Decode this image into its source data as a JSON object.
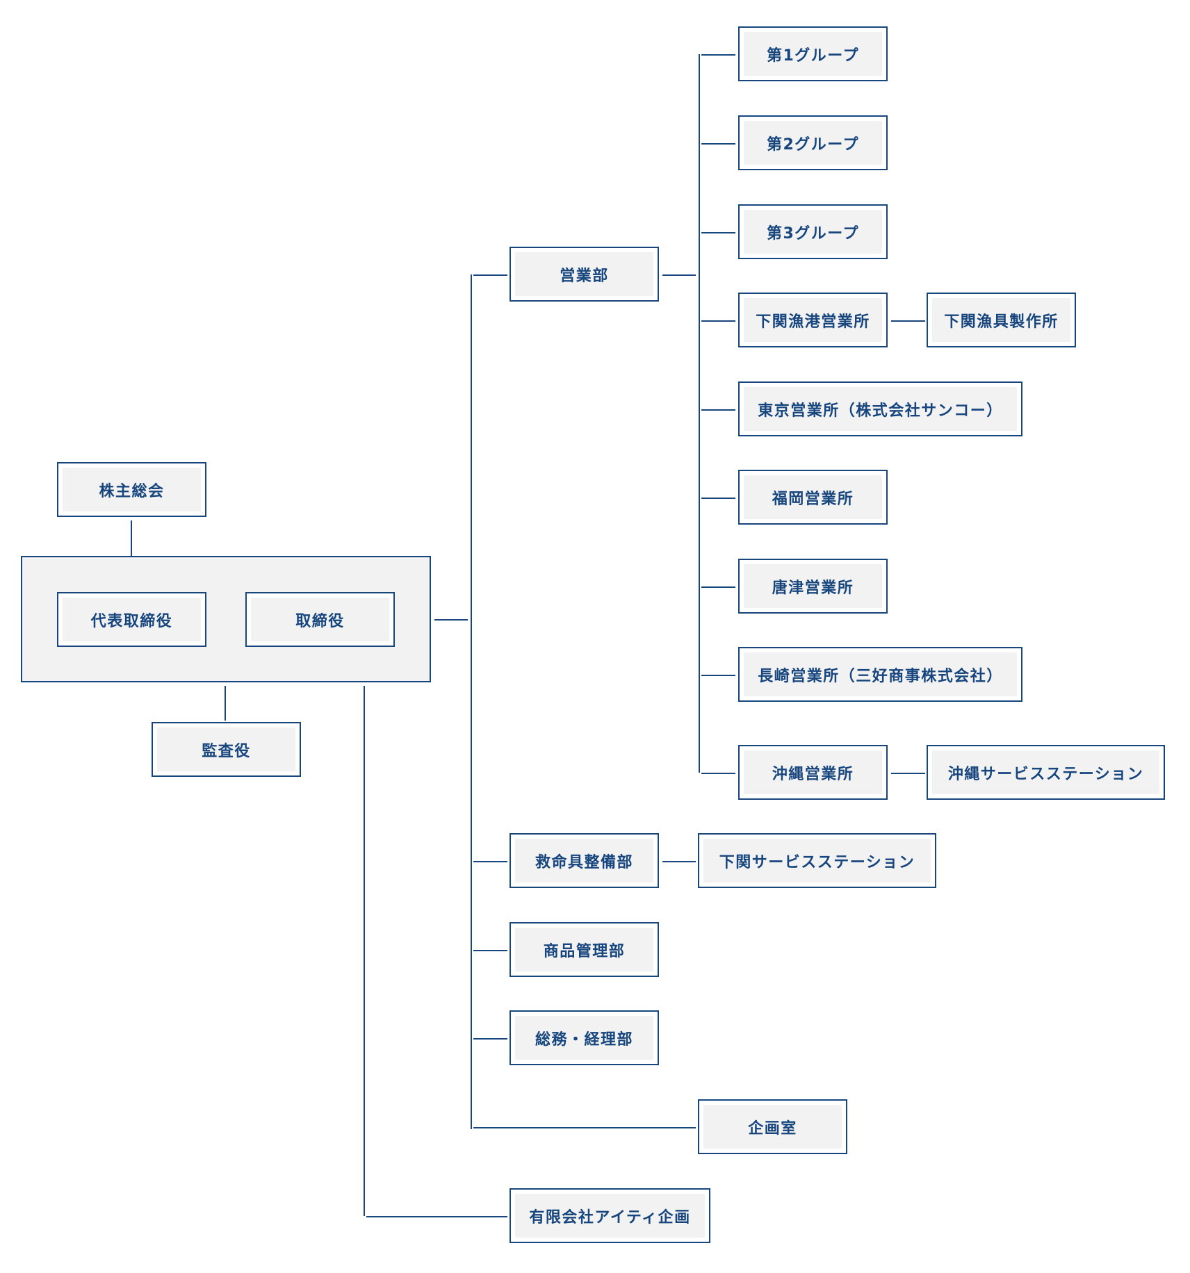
{
  "nodes": {
    "shareholders_meeting": "株主総会",
    "representative_director": "代表取締役",
    "director": "取締役",
    "auditor": "監査役",
    "sales_dept": "営業部",
    "group1": "第1グループ",
    "group2": "第2グループ",
    "group3": "第3グループ",
    "shimonoseki_port_office": "下関漁港営業所",
    "shimonoseki_fishing_gear_works": "下関漁具製作所",
    "tokyo_office": "東京営業所（株式会社サンコー）",
    "fukuoka_office": "福岡営業所",
    "karatsu_office": "唐津営業所",
    "nagasaki_office": "長崎営業所（三好商事株式会社）",
    "okinawa_office": "沖縄営業所",
    "okinawa_service_station": "沖縄サービスステーション",
    "lifesaving_dept": "救命具整備部",
    "shimonoseki_service_station": "下関サービスステーション",
    "product_management_dept": "商品管理部",
    "general_affairs_accounting_dept": "総務・経理部",
    "planning_office": "企画室",
    "it_planning_company": "有限会社アイティ企画"
  },
  "colors": {
    "line": "#17467e",
    "box_fill": "#f2f2f2",
    "text": "#17467e",
    "background": "#ffffff"
  }
}
